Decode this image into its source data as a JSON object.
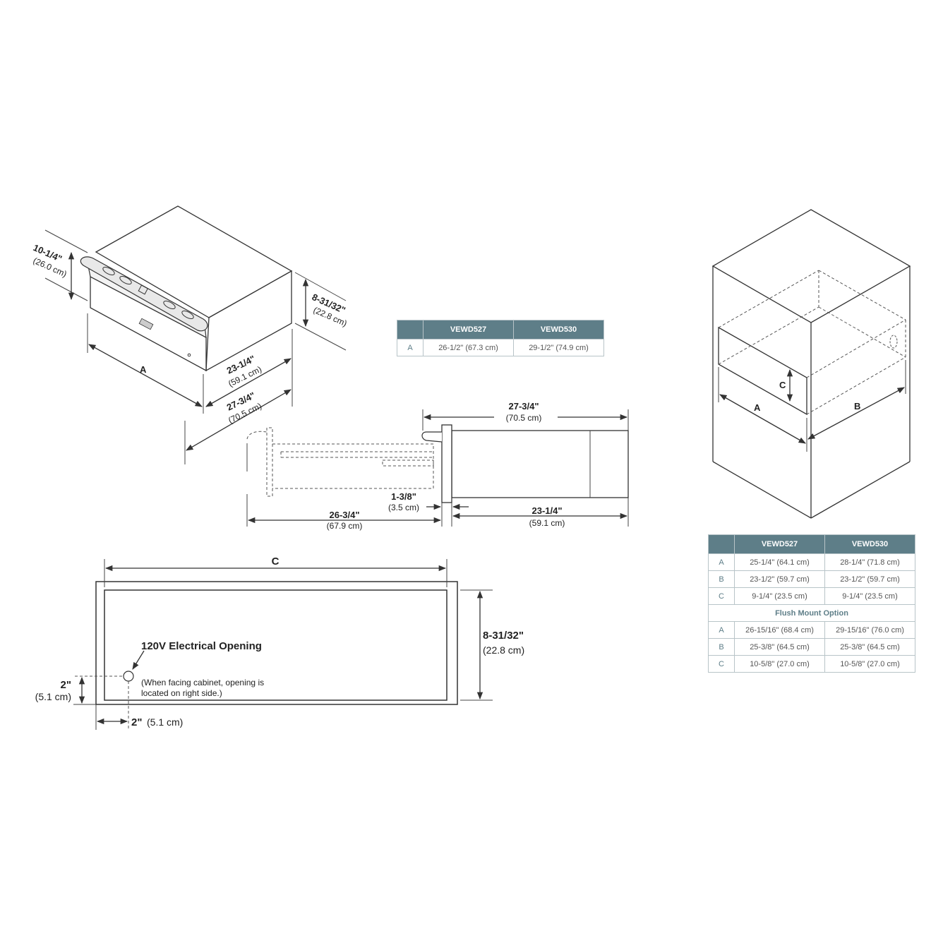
{
  "product_view": {
    "height_label": "10-1/4\"",
    "height_cm": "(26.0 cm)",
    "side_height_label": "8-31/32\"",
    "side_height_cm": "(22.8 cm)",
    "width_key": "A",
    "depth_label": "23-1/4\"",
    "depth_cm": "(59.1 cm)",
    "overall_depth_label": "27-3/4\"",
    "overall_depth_cm": "(70.5 cm)"
  },
  "table_a": {
    "headers": [
      "",
      "VEWD527",
      "VEWD530"
    ],
    "rows": [
      [
        "A",
        "26-1/2\" (67.3 cm)",
        "29-1/2\" (74.9 cm)"
      ]
    ]
  },
  "side_view": {
    "overall_label": "27-3/4\"",
    "overall_cm": "(70.5 cm)",
    "extension_label": "26-3/4\"",
    "extension_cm": "(67.9 cm)",
    "gap_label": "1-3/8\"",
    "gap_cm": "(3.5 cm)",
    "body_label": "23-1/4\"",
    "body_cm": "(59.1 cm)"
  },
  "cutout_view": {
    "width_key": "C",
    "height_label": "8-31/32\"",
    "height_cm": "(22.8 cm)",
    "electrical_title": "120V Electrical Opening",
    "electrical_note_line1": "(When facing cabinet, opening is",
    "electrical_note_line2": "located on right side.)",
    "vertical_offset_label": "2\"",
    "vertical_offset_cm": "(5.1 cm)",
    "horizontal_offset_label": "2\"",
    "horizontal_offset_cm": "(5.1 cm)"
  },
  "cabinet_view": {
    "label_a": "A",
    "label_b": "B",
    "label_c": "C"
  },
  "table_b": {
    "headers": [
      "",
      "VEWD527",
      "VEWD530"
    ],
    "rows": [
      [
        "A",
        "25-1/4\" (64.1 cm)",
        "28-1/4\" (71.8 cm)"
      ],
      [
        "B",
        "23-1/2\" (59.7 cm)",
        "23-1/2\" (59.7 cm)"
      ],
      [
        "C",
        "9-1/4\" (23.5 cm)",
        "9-1/4\" (23.5 cm)"
      ]
    ],
    "section_title": "Flush Mount Option",
    "flush_rows": [
      [
        "A",
        "26-15/16\" (68.4 cm)",
        "29-15/16\" (76.0 cm)"
      ],
      [
        "B",
        "25-3/8\" (64.5 cm)",
        "25-3/8\" (64.5 cm)"
      ],
      [
        "C",
        "10-5/8\" (27.0 cm)",
        "10-5/8\" (27.0 cm)"
      ]
    ]
  }
}
